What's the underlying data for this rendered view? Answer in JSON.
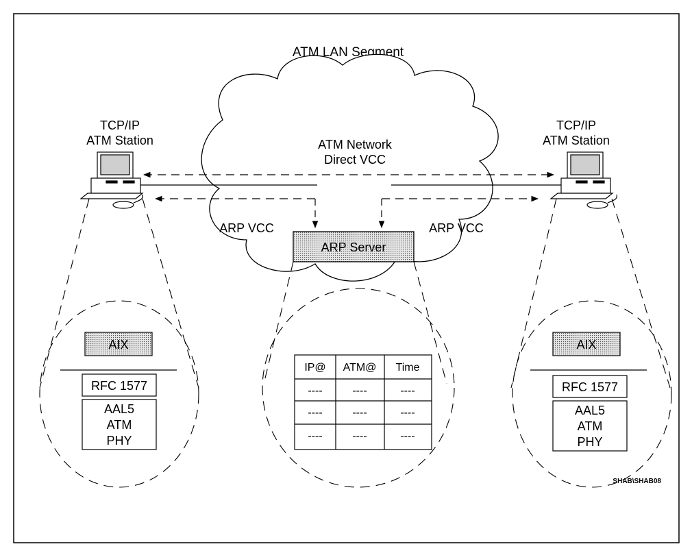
{
  "segment_title": "ATM LAN Segment",
  "network_label_line1": "ATM Network",
  "network_label_line2": "Direct VCC",
  "arp_vcc_left": "ARP VCC",
  "arp_vcc_right": "ARP VCC",
  "arp_server": "ARP Server",
  "station_left": {
    "line1": "TCP/IP",
    "line2": "ATM Station"
  },
  "station_right": {
    "line1": "TCP/IP",
    "line2": "ATM Station"
  },
  "stack_left": {
    "aix": "AIX",
    "rfc": "RFC 1577",
    "aal5": "AAL5",
    "atm": "ATM",
    "phy": "PHY"
  },
  "stack_right": {
    "aix": "AIX",
    "rfc": "RFC 1577",
    "aal5": "AAL5",
    "atm": "ATM",
    "phy": "PHY"
  },
  "arp_table": {
    "headers": [
      "IP@",
      "ATM@",
      "Time"
    ],
    "rows": [
      [
        "----",
        "----",
        "----"
      ],
      [
        "----",
        "----",
        "----"
      ],
      [
        "----",
        "----",
        "----"
      ]
    ]
  },
  "figure_id": "SHAB\\SHAB08"
}
